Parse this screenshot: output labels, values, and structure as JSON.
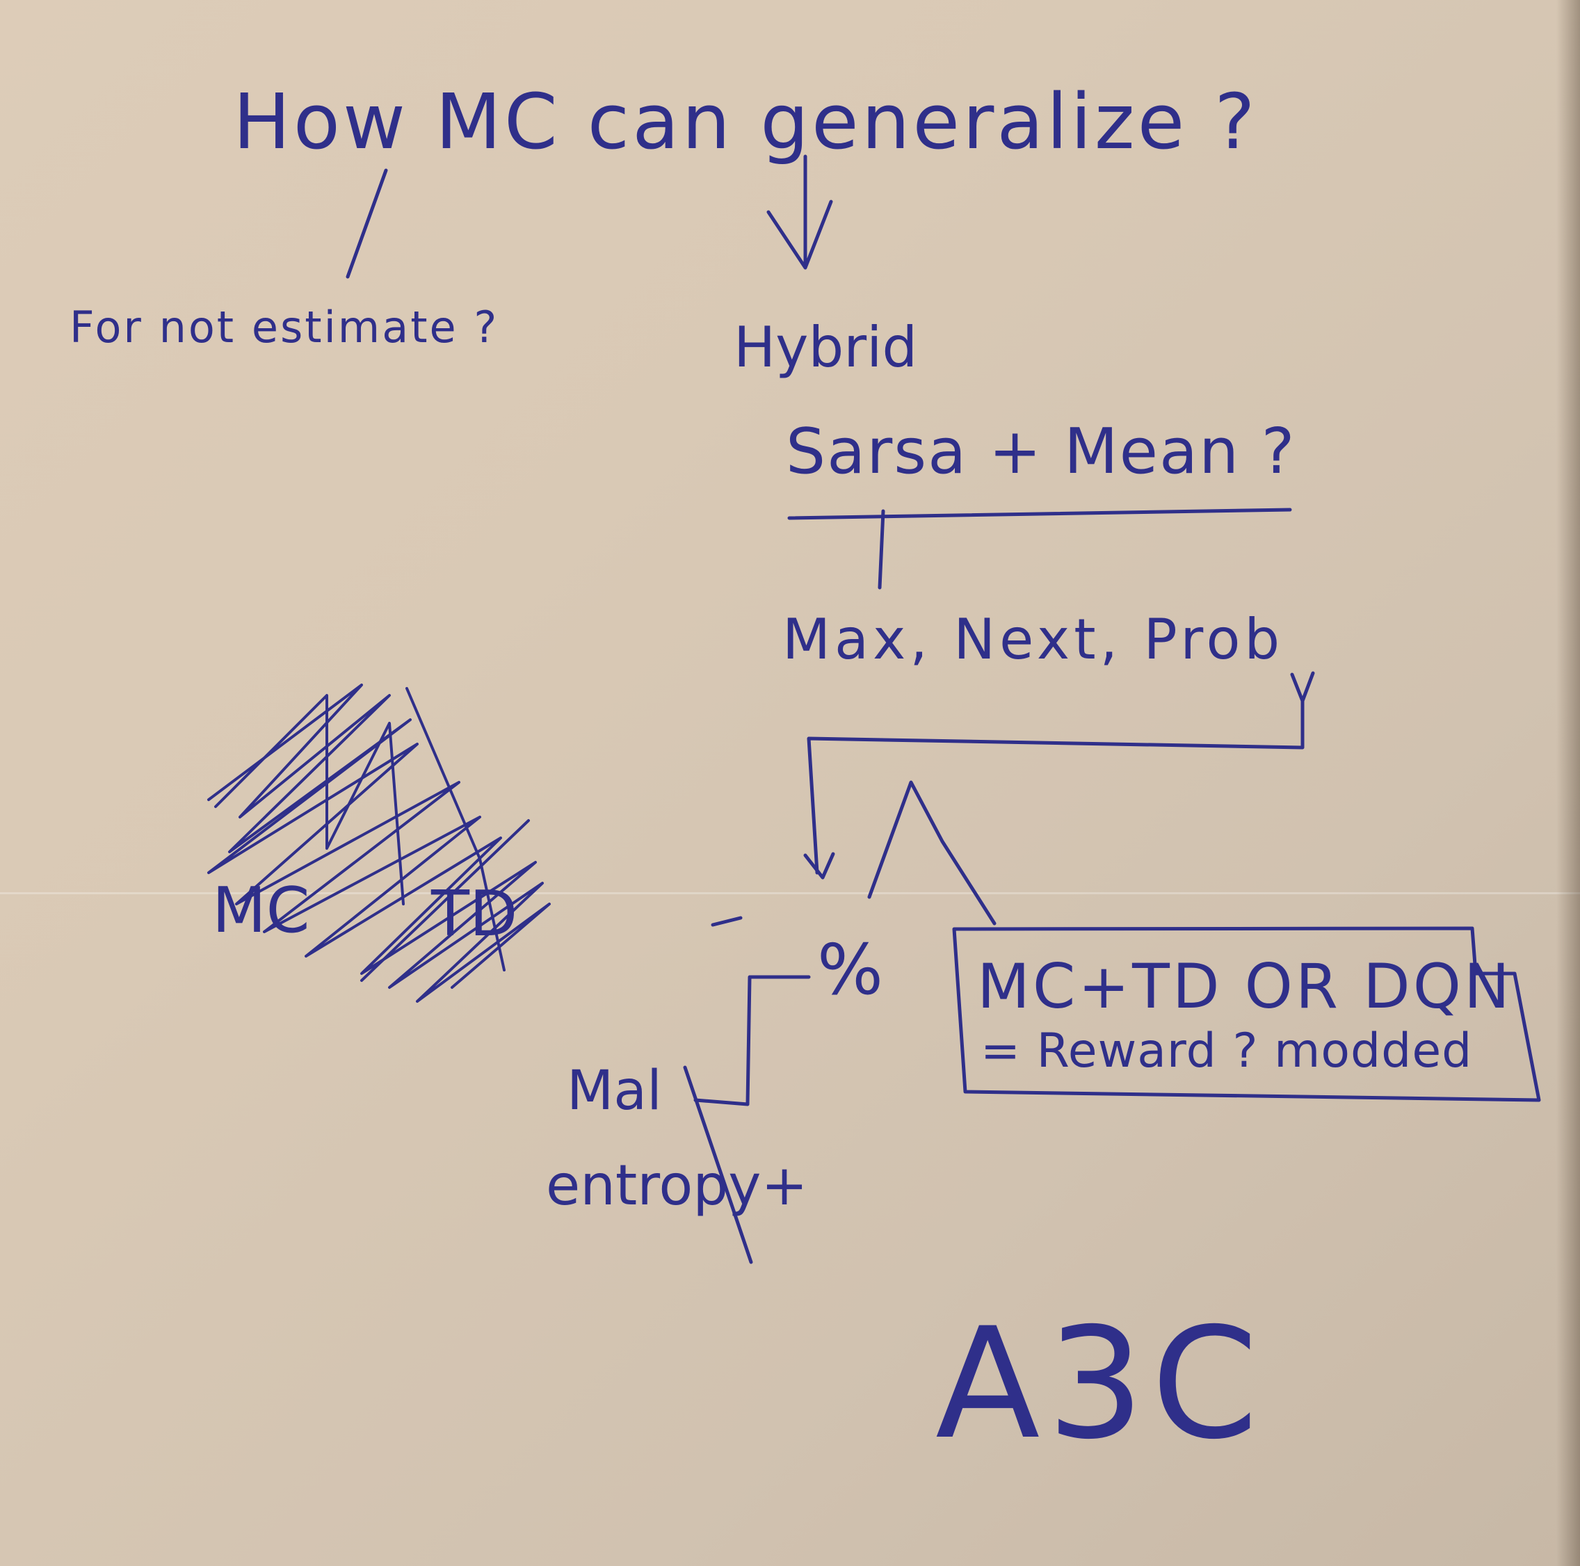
{
  "notes": {
    "title": "How MC can generalize ?",
    "left_branch": "For not estimate ?",
    "right_branch": "Hybrid",
    "sarsa": "Sarsa + Mean ?",
    "options": "Max, Next, Prob",
    "percent": "%",
    "mal": "Mal",
    "entropy": "entropy+",
    "box_line1": "MC+TD OR DQN",
    "box_line2": "= Reward ? modded",
    "crossed_mc": "MC",
    "crossed_td": "TD",
    "a3c": "A3C"
  },
  "colors": {
    "ink": "#2f2f8a",
    "paper": "#d9c9b5"
  }
}
